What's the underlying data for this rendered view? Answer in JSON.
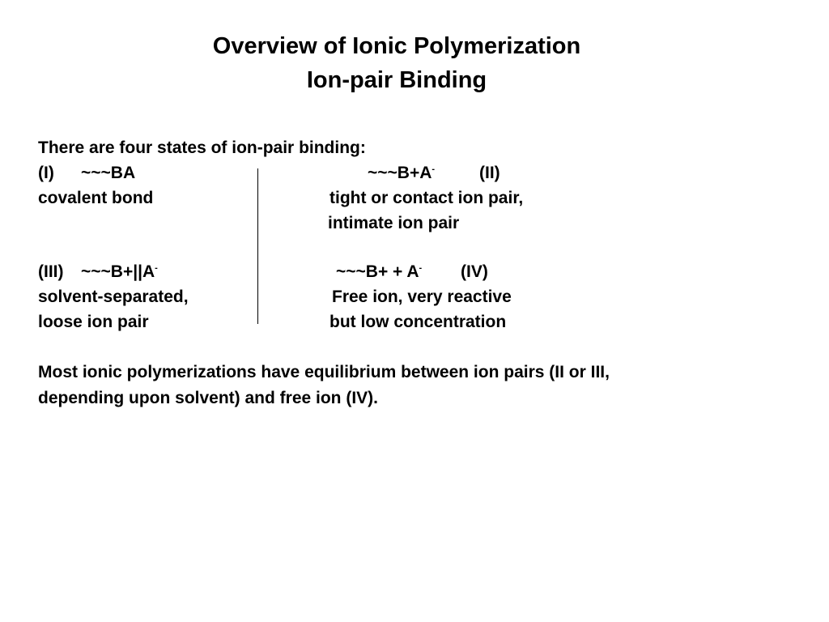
{
  "title": {
    "line1": "Overview of Ionic Polymerization",
    "line2": "Ion-pair Binding"
  },
  "intro": "There are four states of ion-pair binding:",
  "states": {
    "I": {
      "numeral": "(I)",
      "formula": "~~~BA",
      "description": [
        "covalent bond"
      ]
    },
    "II": {
      "numeral": "(II)",
      "formula_base": "~~~B+A",
      "formula_sup": "-",
      "description": [
        "tight or contact ion pair,",
        "intimate ion pair"
      ]
    },
    "III": {
      "numeral": "(III)",
      "formula_base": "~~~B+||A",
      "formula_sup": "-",
      "description": [
        "solvent-separated,",
        "loose ion pair"
      ]
    },
    "IV": {
      "numeral": "(IV)",
      "formula_base": "~~~B+ + A",
      "formula_sup": "-",
      "description": [
        "Free ion, very reactive",
        "but low concentration"
      ]
    }
  },
  "conclusion": [
    "Most ionic polymerizations have equilibrium between ion pairs (II or III,",
    "depending upon solvent) and free ion (IV)."
  ]
}
